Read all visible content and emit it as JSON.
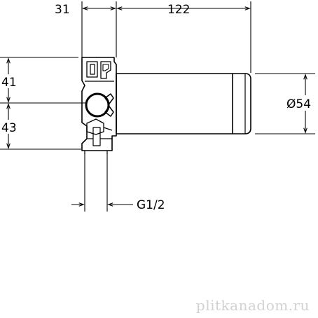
{
  "dimensions": {
    "width_left": "31",
    "width_right": "122",
    "height_upper": "41",
    "height_lower": "43",
    "diameter": "Ø54",
    "thread": "G1/2"
  },
  "watermark": "plitkanadom.ru"
}
